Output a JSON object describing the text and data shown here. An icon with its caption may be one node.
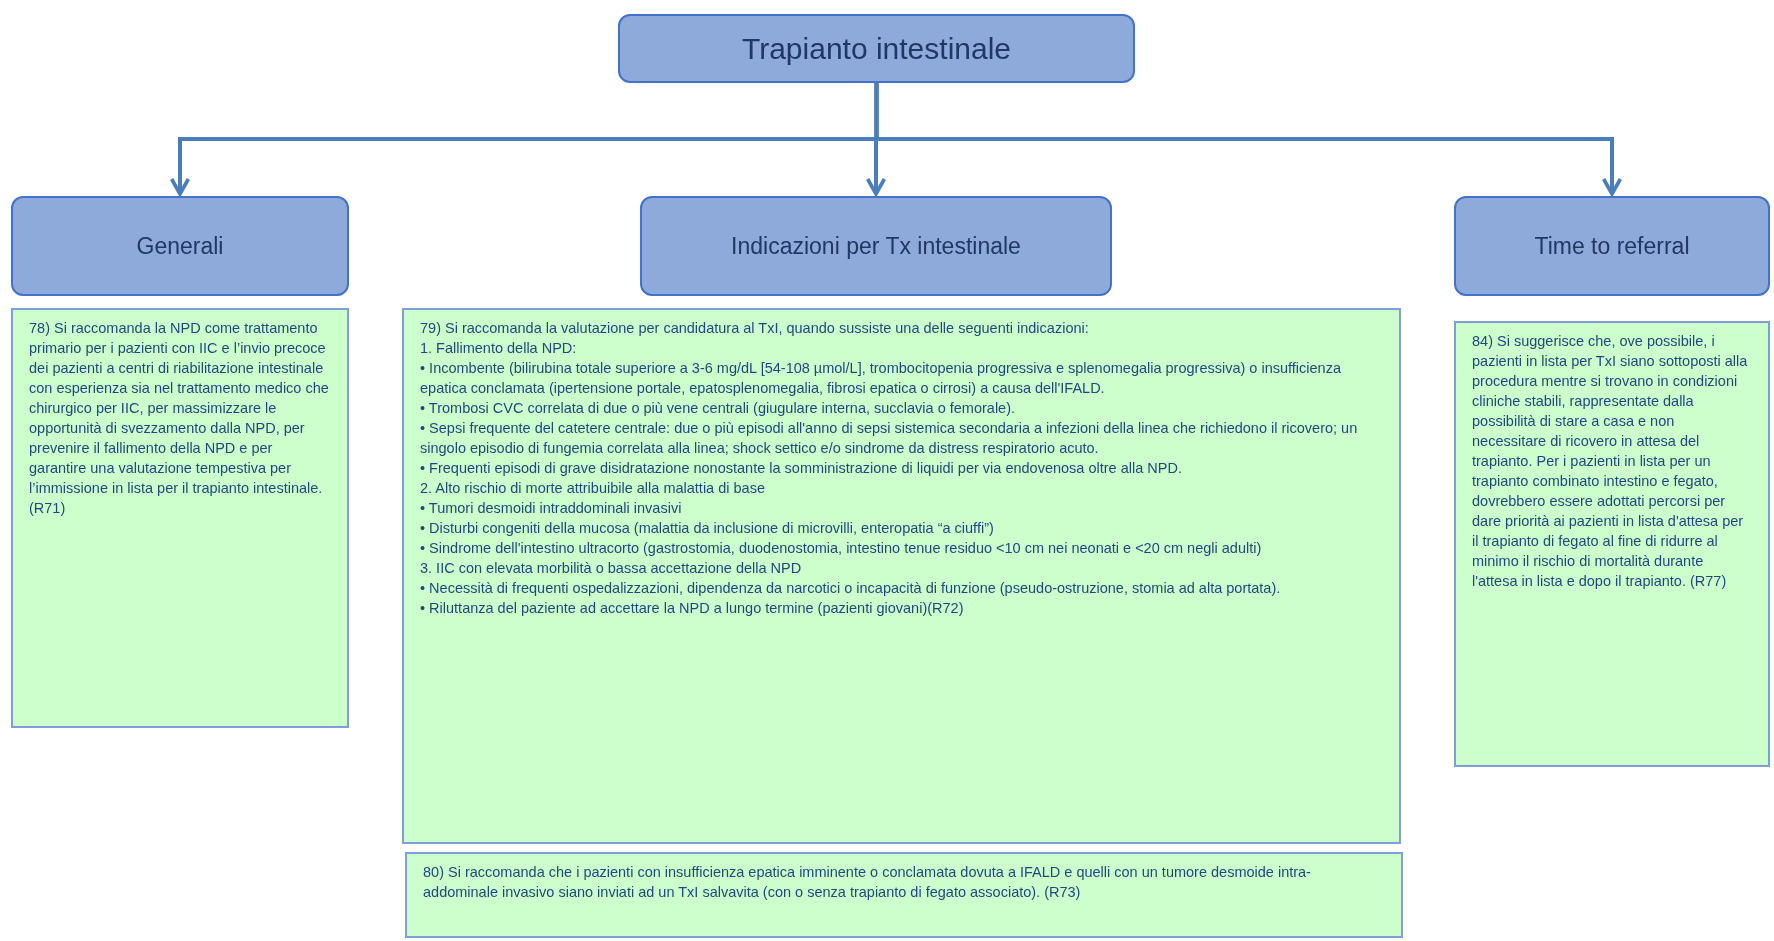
{
  "diagram": {
    "nodes": [
      {
        "text": [
          "Trapianto intestinale"
        ]
      },
      {
        "text": [
          "Generali"
        ]
      },
      {
        "text": [
          "Indicazioni per Tx intestinale"
        ]
      },
      {
        "text": [
          "Time to referral"
        ]
      },
      {
        "text": [
          "78) Si raccomanda la NPD come trattamento primario per i pazienti con IIC e l’invio precoce dei pazienti a centri di riabilitazione intestinale con esperienza sia nel trattamento medico che chirurgico per IIC, per massimizzare le opportunità di svezzamento dalla NPD, per prevenire il fallimento della NPD e per garantire una valutazione tempestiva per l’immissione in lista per il trapianto intestinale. (R71)"
        ]
      },
      {
        "text": [
          "79) Si raccomanda la valutazione per candidatura al TxI, quando sussiste una delle seguenti indicazioni:",
          "1. Fallimento della NPD:",
          "• Incombente (bilirubina totale superiore a 3-6 mg/dL [54-108 µmol/L], trombocitopenia progressiva e splenomegalia progressiva) o insufficienza epatica conclamata (ipertensione portale, epatosplenomegalia, fibrosi epatica o cirrosi) a causa dell'IFALD.",
          "• Trombosi CVC correlata di due o più vene centrali (giugulare interna, succlavia o femorale).",
          "• Sepsi frequente del catetere centrale: due o più episodi all'anno di sepsi sistemica secondaria a infezioni della linea che richiedono il ricovero; un singolo episodio di fungemia correlata alla linea; shock settico e/o sindrome da distress respiratorio acuto.",
          "• Frequenti episodi di grave disidratazione nonostante la somministrazione di liquidi per via endovenosa oltre alla NPD.",
          "2. Alto rischio di morte attribuibile alla malattia di base",
          "• Tumori desmoidi intraddominali invasivi",
          "• Disturbi congeniti della mucosa (malattia da inclusione di microvilli, enteropatia “a ciuffi”)",
          "• Sindrome dell'intestino ultracorto (gastrostomia, duodenostomia, intestino tenue residuo <10 cm nei neonati e <20 cm negli adulti)",
          "3. IIC con elevata morbilità o bassa accettazione della NPD",
          "• Necessità di frequenti ospedalizzazioni, dipendenza da narcotici o incapacità di funzione (pseudo-ostruzione, stomia ad alta portata).",
          "• Riluttanza del paziente ad accettare la NPD a lungo termine (pazienti giovani)(R72)"
        ]
      },
      {
        "text": [
          "80) Si raccomanda che i pazienti con insufficienza epatica imminente o conclamata dovuta a IFALD e quelli con un tumore desmoide intra-addominale invasivo siano inviati ad un TxI salvavita (con o senza trapianto di fegato associato). (R73)"
        ]
      },
      {
        "text": [
          "84) Si suggerisce che, ove possibile, i pazienti in lista per TxI siano sottoposti alla procedura mentre si trovano in condizioni cliniche stabili, rappresentate dalla possibilità di stare a casa e non necessitare di ricovero in attesa del trapianto. Per i pazienti in lista per un trapianto combinato intestino e fegato, dovrebbero essere adottati percorsi per dare priorità ai pazienti in lista d'attesa per il trapianto di fegato al fine di ridurre al minimo il rischio di mortalità durante l'attesa in lista e dopo il trapianto. (R77)"
        ]
      }
    ],
    "edges": [
      {
        "from": 0,
        "to": 1,
        "arrow": "to"
      },
      {
        "from": 0,
        "to": 2,
        "arrow": "to"
      },
      {
        "from": 0,
        "to": 3,
        "arrow": "to"
      }
    ]
  }
}
